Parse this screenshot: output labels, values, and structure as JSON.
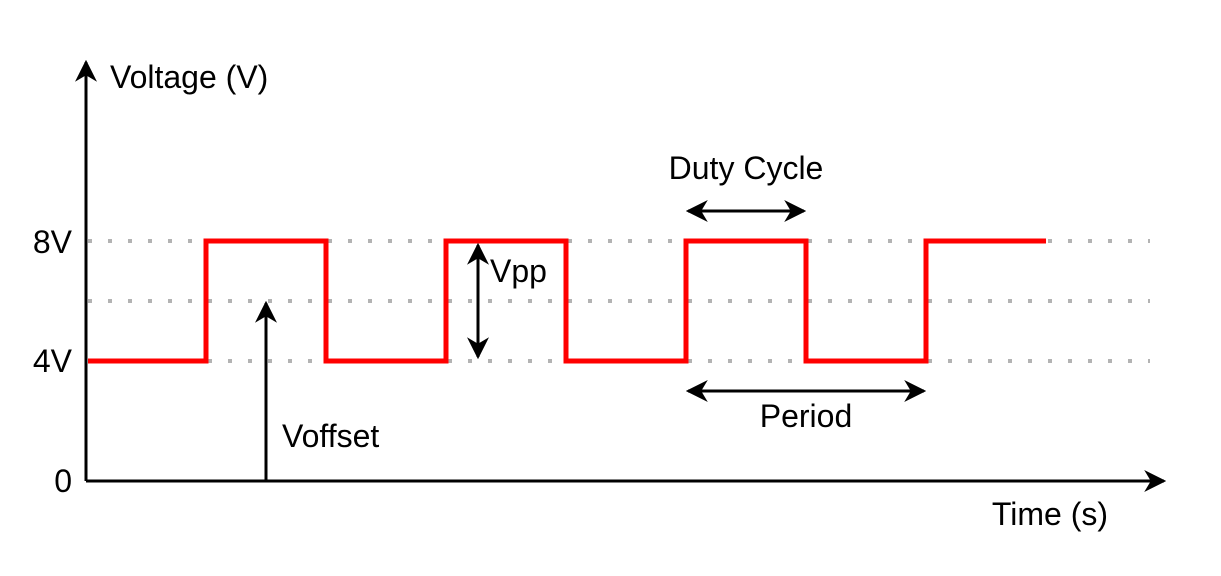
{
  "axes": {
    "y_label": "Voltage (V)",
    "x_label": "Time (s)"
  },
  "levels": {
    "high": "8V",
    "low": "4V",
    "zero": "0"
  },
  "annotations": {
    "vpp": "Vpp",
    "voffset": "Voffset",
    "duty_cycle": "Duty Cycle",
    "period": "Period"
  },
  "colors": {
    "signal": "#ff0000",
    "guide": "#b3b3b3",
    "axis": "#000000"
  }
}
